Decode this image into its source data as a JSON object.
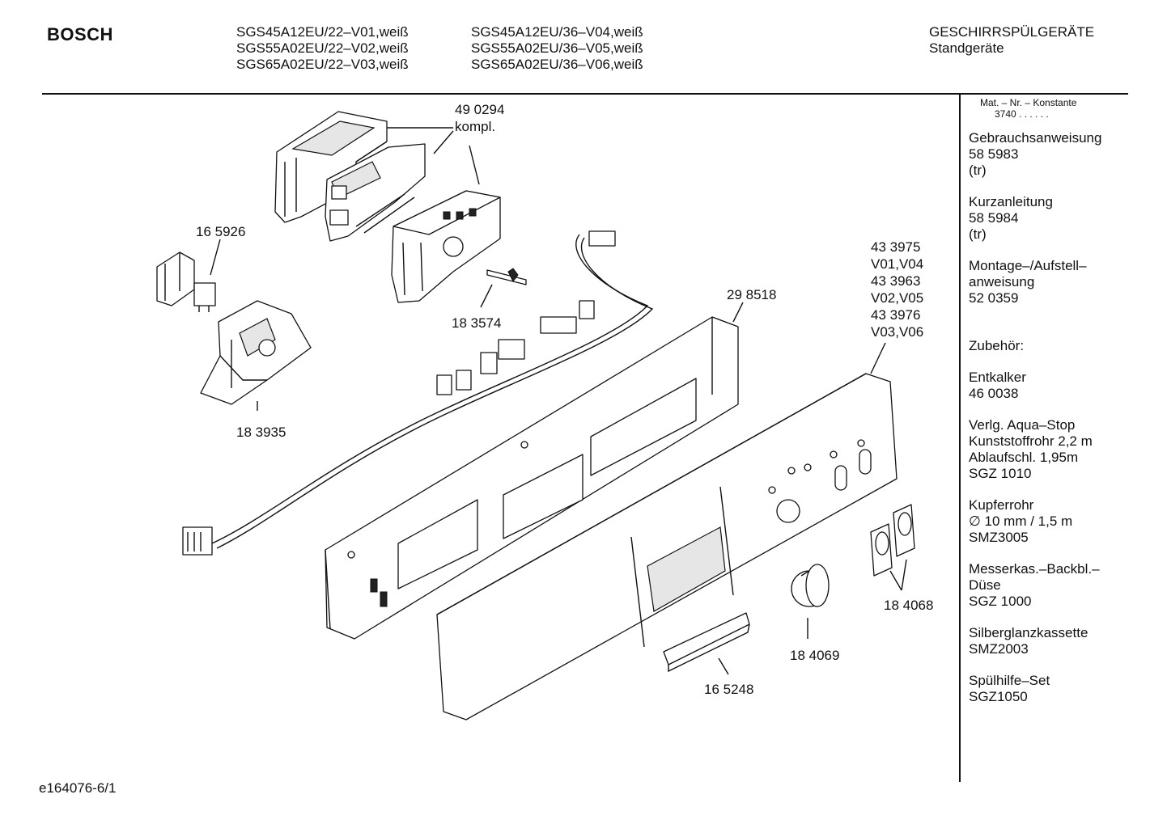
{
  "header": {
    "brand": "BOSCH",
    "models_col1": [
      "SGS45A12EU/22–V01,weiß",
      "SGS55A02EU/22–V02,weiß",
      "SGS65A02EU/22–V03,weiß"
    ],
    "models_col2": [
      "SGS45A12EU/36–V04,weiß",
      "SGS55A02EU/36–V05,weiß",
      "SGS65A02EU/36–V06,weiß"
    ],
    "category": "GESCHIRRSPÜLGERÄTE",
    "subcategory": "Standgeräte"
  },
  "konstante": {
    "label": "Mat. – Nr. – Konstante",
    "value": "3740 . . . . . ."
  },
  "sidebar": {
    "blocks": [
      [
        "Gebrauchsanweisung",
        "58 5983",
        "(tr)"
      ],
      [
        "Kurzanleitung",
        "58 5984",
        "(tr)"
      ],
      [
        "Montage–/Aufstell–",
        "anweisung",
        "52 0359"
      ],
      [
        "Zubehör:"
      ],
      [
        "Entkalker",
        "46 0038"
      ],
      [
        "Verlg. Aqua–Stop",
        "Kunststoffrohr 2,2 m",
        "Ablaufschl. 1,95m",
        "SGZ 1010"
      ],
      [
        "Kupferrohr",
        "∅ 10 mm / 1,5 m",
        "SMZ3005"
      ],
      [
        "Messerkas.–Backbl.–",
        "Düse",
        "SGZ 1000"
      ],
      [
        "Silberglanzkassette",
        "SMZ2003"
      ],
      [
        "Spülhilfe–Set",
        "SGZ1050"
      ]
    ]
  },
  "parts": {
    "p490294": "49 0294",
    "p490294_note": "kompl.",
    "p165926": "16 5926",
    "p183574": "18 3574",
    "p183935": "18 3935",
    "p298518": "29 8518",
    "p_panel": [
      "43 3975",
      "V01,V04",
      "43 3963",
      "V02,V05",
      "43 3976",
      "V03,V06"
    ],
    "p184068": "18 4068",
    "p184069": "18 4069",
    "p165248": "16 5248"
  },
  "footer": {
    "drawing_id": "e164076-6/1"
  }
}
